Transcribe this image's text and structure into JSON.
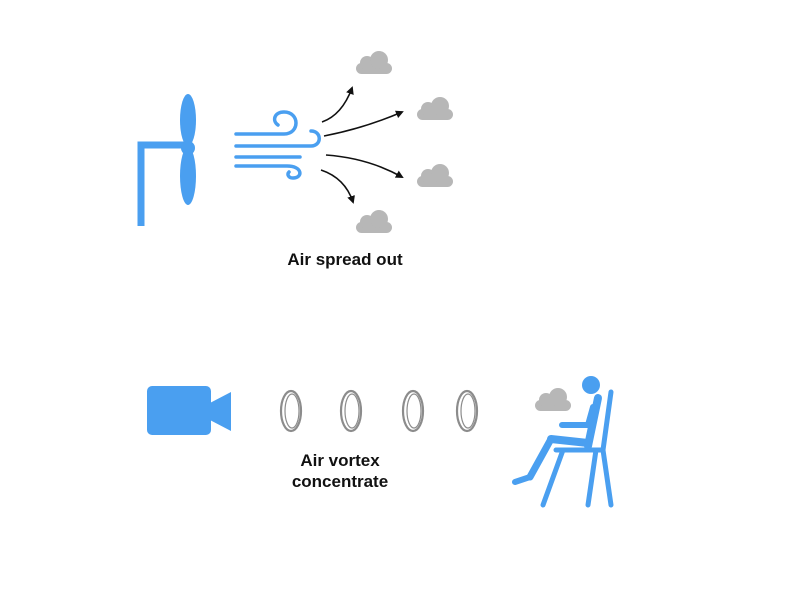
{
  "labels": {
    "top": "Air spread out",
    "bottom_line1": "Air vortex",
    "bottom_line2": "concentrate"
  },
  "icons": {
    "fan": "fan-icon",
    "wind": "wind-icon",
    "cloud": "cloud-icon",
    "camera": "video-camera-icon",
    "vortex_ring": "vortex-ring-icon",
    "seated_person": "seated-person-icon"
  },
  "colors": {
    "icon_blue": "#4a9ff0",
    "cloud_gray": "#b7b7b7",
    "ring_gray": "#8c8c8c",
    "arrow": "#111111",
    "text": "#111111"
  }
}
